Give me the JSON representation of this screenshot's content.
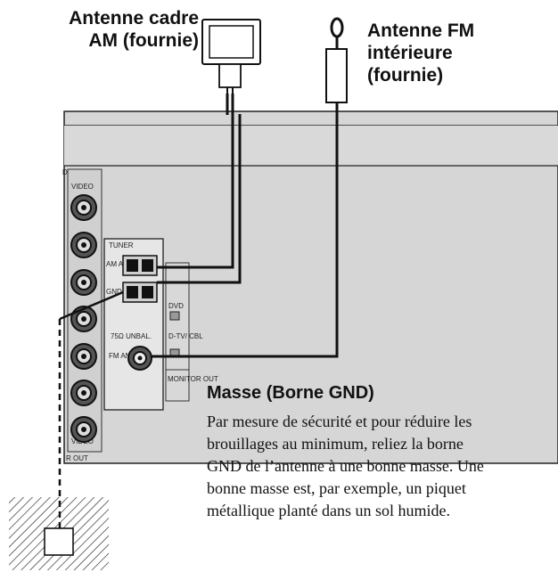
{
  "am_antenna": {
    "lines": [
      "Antenne cadre",
      "AM (fournie)"
    ]
  },
  "fm_antenna": {
    "lines": [
      "Antenne FM",
      "intérieure",
      "(fournie)"
    ]
  },
  "panel": {
    "video_top": "VIDEO",
    "video_bottom": "VIDEO",
    "out_label": "R OUT",
    "tuner": "TUNER",
    "am_ant": "AM ANT",
    "gnd": "GND",
    "unbal": "75Ω UNBAL.",
    "fm_ant": "FM ANT",
    "dvd": "DVD",
    "d_tv_cbl": "D-TV/ CBL",
    "monitor_out": "MONITOR OUT"
  },
  "ground": {
    "title": "Masse (Borne GND)",
    "lines": [
      "Par mesure de sécurité et pour réduire les",
      "brouillages au minimum, reliez la borne",
      "GND de l’antenne à une bonne masse. Une",
      "bonne masse est, par exemple, un piquet",
      "métallique planté dans un sol humide."
    ]
  }
}
